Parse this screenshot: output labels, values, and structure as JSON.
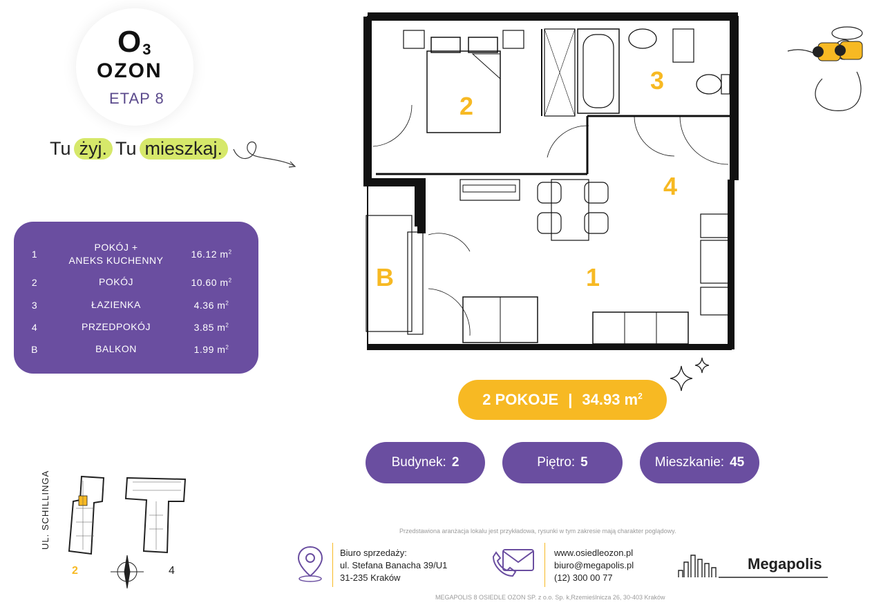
{
  "logo": {
    "mark": "O",
    "mark_sub": "3",
    "name": "OZON",
    "stage": "ETAP 8"
  },
  "slogan": {
    "w1": "Tu",
    "w2": "żyj.",
    "w3": "Tu",
    "w4": "mieszkaj."
  },
  "rooms": [
    {
      "num": "1",
      "name_line1": "POKÓJ +",
      "name_line2": "ANEKS KUCHENNY",
      "area": "16.12 m",
      "unit_sup": "2"
    },
    {
      "num": "2",
      "name_line1": "POKÓJ",
      "name_line2": "",
      "area": "10.60 m",
      "unit_sup": "2"
    },
    {
      "num": "3",
      "name_line1": "ŁAZIENKA",
      "name_line2": "",
      "area": "4.36 m",
      "unit_sup": "2"
    },
    {
      "num": "4",
      "name_line1": "PRZEDPOKÓJ",
      "name_line2": "",
      "area": "3.85 m",
      "unit_sup": "2"
    },
    {
      "num": "B",
      "name_line1": "BALKON",
      "name_line2": "",
      "area": "1.99 m",
      "unit_sup": "2"
    }
  ],
  "plan_labels": {
    "r1": "1",
    "r2": "2",
    "r3": "3",
    "r4": "4",
    "rb": "B"
  },
  "summary": {
    "rooms": "2 POKOJE",
    "sep": "|",
    "area": "34.93 m",
    "unit_sup": "2"
  },
  "info": {
    "building_label": "Budynek:",
    "building_value": "2",
    "floor_label": "Piętro:",
    "floor_value": "5",
    "flat_label": "Mieszkanie:",
    "flat_value": "45"
  },
  "disclaimer": "Przedstawiona aranżacja lokalu jest przykładowa, rysunki w tym zakresie mają charakter poglądowy.",
  "office": {
    "line1": "Biuro sprzedaży:",
    "line2": "ul. Stefana Banacha 39/U1",
    "line3": "31-235 Kraków"
  },
  "contact": {
    "web": "www.osiedleozon.pl",
    "email": "biuro@megapolis.pl",
    "phone": "(12) 300 00 77"
  },
  "developer": "Megapolis",
  "legal": "MEGAPOLIS 8 OSIEDLE OZON SP. z o.o. Sp. k,Rzemieślnicza 26, 30-403 Kraków",
  "site_map": {
    "street": "UL. SCHILLINGA",
    "building_a": "2",
    "building_b": "4"
  },
  "colors": {
    "purple": "#6a4ea0",
    "yellow": "#f7b923",
    "lime": "#d6e86a"
  }
}
